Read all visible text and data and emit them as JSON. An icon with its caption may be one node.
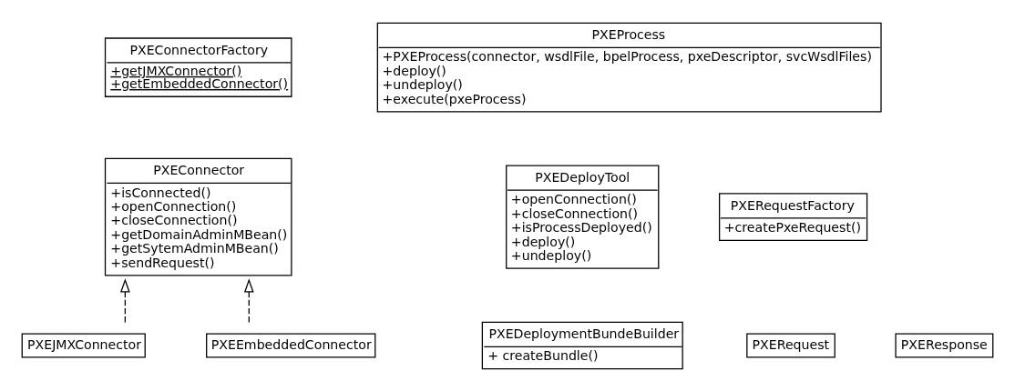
{
  "diagram": {
    "nodes": [
      {
        "text": [
          "PXEConnectorFactory",
          "+getJMXConnector()",
          "+getEmbeddedConnector()"
        ]
      },
      {
        "text": [
          "PXEProcess",
          "+PXEProcess(connector, wsdlFile, bpelProcess, pxeDescriptor, svcWsdlFiles)",
          "+deploy()",
          "+undeploy()",
          "+execute(pxeProcess)"
        ]
      },
      {
        "text": [
          "PXEConnector",
          "+isConnected()",
          "+openConnection()",
          "+closeConnection()",
          "+getDomainAdminMBean()",
          "+getSytemAdminMBean()",
          "+sendRequest()"
        ]
      },
      {
        "text": [
          "PXEDeployTool",
          "+openConnection()",
          "+closeConnection()",
          "+isProcessDeployed()",
          "+deploy()",
          "+undeploy()"
        ]
      },
      {
        "text": [
          "PXERequestFactory",
          "+createPxeRequest()"
        ]
      },
      {
        "text": [
          "PXERequest"
        ]
      },
      {
        "text": [
          "PXEResponse"
        ]
      },
      {
        "text": [
          "PXEDeploymentBundeBuilder",
          "+ createBundle()"
        ]
      },
      {
        "text": [
          "PXEJMXConnector"
        ]
      },
      {
        "text": [
          "PXEEmbeddedConnector"
        ]
      }
    ],
    "edges": [
      {
        "from": 8,
        "to": 2,
        "arrow": "to",
        "style": "dashed"
      },
      {
        "from": 9,
        "to": 2,
        "arrow": "to",
        "style": "dashed"
      }
    ]
  }
}
